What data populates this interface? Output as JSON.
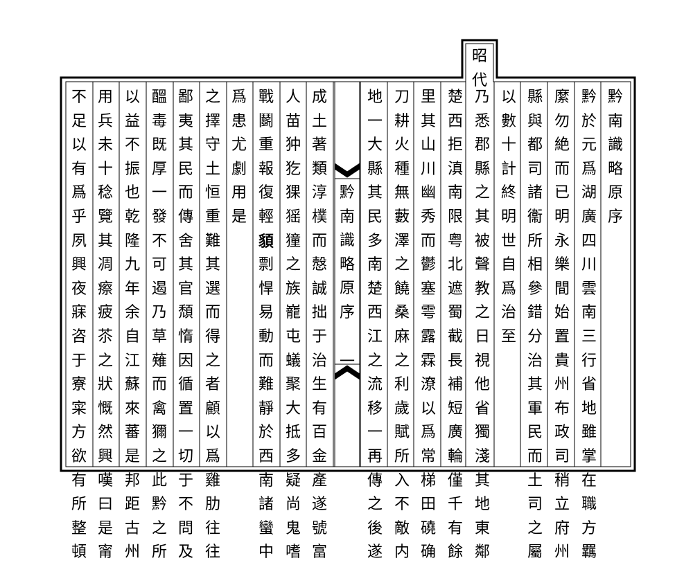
{
  "tab": [
    "昭",
    "代"
  ],
  "center": {
    "title": [
      "黔",
      "南",
      "識",
      "略",
      "原",
      "序"
    ],
    "page": "一"
  },
  "columns": [
    [
      "黔",
      "南",
      "識",
      "略",
      "原",
      "序"
    ],
    [
      "黔",
      "於",
      "元",
      "爲",
      "湖",
      "廣",
      "四",
      "川",
      "雲",
      "南",
      "三",
      "行",
      "省",
      "地",
      "雖",
      "掌",
      "在",
      "職",
      "方",
      "羈"
    ],
    [
      "縻",
      "勿",
      "絶",
      "而",
      "已",
      "明",
      "永",
      "樂",
      "間",
      "始",
      "置",
      "貴",
      "州",
      "布",
      "政",
      "司",
      "稍",
      "立",
      "府",
      "州"
    ],
    [
      "縣",
      "與",
      "都",
      "司",
      "諸",
      "衞",
      "所",
      "相",
      "參",
      "錯",
      "分",
      "治",
      "其",
      "軍",
      "民",
      "而",
      "土",
      "司",
      "之",
      "屬"
    ],
    [
      "以",
      "數",
      "十",
      "計",
      "終",
      "明",
      "世",
      "自",
      "爲",
      "治",
      "至"
    ],
    [
      "乃",
      "悉",
      "郡",
      "縣",
      "之",
      "其",
      "被",
      "聲",
      "教",
      "之",
      "日",
      "視",
      "他",
      "省",
      "獨",
      "淺",
      "其",
      "地",
      "東",
      "鄰"
    ],
    [
      "楚",
      "西",
      "拒",
      "滇",
      "南",
      "限",
      "粤",
      "北",
      "遮",
      "蜀",
      "截",
      "長",
      "補",
      "短",
      "廣",
      "輪",
      "僅",
      "千",
      "有",
      "餘"
    ],
    [
      "里",
      "其",
      "山",
      "川",
      "幽",
      "秀",
      "而",
      "鬱",
      "塞",
      "雩",
      "露",
      "霖",
      "潦",
      "以",
      "爲",
      "常",
      "梯",
      "田",
      "磽",
      "确"
    ],
    [
      "刀",
      "耕",
      "火",
      "種",
      "無",
      "藪",
      "澤",
      "之",
      "饒",
      "桑",
      "麻",
      "之",
      "利",
      "歲",
      "賦",
      "所",
      "入",
      "不",
      "敵",
      "内"
    ],
    [
      "地",
      "一",
      "大",
      "縣",
      "其",
      "民",
      "多",
      "南",
      "楚",
      "西",
      "江",
      "之",
      "流",
      "移",
      "一",
      "再",
      "傳",
      "之",
      "後",
      "遂"
    ],
    [
      "成",
      "土",
      "著",
      "類",
      "淳",
      "樸",
      "而",
      "慤",
      "誠",
      "拙",
      "于",
      "治",
      "生",
      "有",
      "百",
      "金",
      "產",
      "遂",
      "號",
      "富"
    ],
    [
      "人",
      "苗",
      "狆",
      "犵",
      "猓",
      "猺",
      "獞",
      "之",
      "族",
      "巃",
      "屯",
      "蟻",
      "聚",
      "大",
      "抵",
      "多",
      "疑",
      "尚",
      "鬼",
      "嗜"
    ],
    [
      "戰",
      "鬬",
      "重",
      "報",
      "復",
      "輕",
      "䫉",
      "剽",
      "悍",
      "易",
      "動",
      "而",
      "難",
      "靜",
      "於",
      "西",
      "南",
      "諸",
      "蠻",
      "中"
    ],
    [
      "爲",
      "患",
      "尤",
      "劇",
      "用",
      "是"
    ],
    [
      "之",
      "擇",
      "守",
      "土",
      "恒",
      "重",
      "難",
      "其",
      "選",
      "而",
      "得",
      "之",
      "者",
      "顧",
      "以",
      "爲",
      "雞",
      "肋",
      "往",
      "往"
    ],
    [
      "鄙",
      "夷",
      "其",
      "民",
      "而",
      "傳",
      "舍",
      "其",
      "官",
      "頹",
      "惰",
      "因",
      "循",
      "置",
      "一",
      "切",
      "于",
      "不",
      "問",
      "及"
    ],
    [
      "醞",
      "毒",
      "既",
      "厚",
      "一",
      "發",
      "不",
      "可",
      "遏",
      "乃",
      "草",
      "薙",
      "而",
      "禽",
      "獮",
      "之",
      "此",
      "黔",
      "之",
      "所"
    ],
    [
      "以",
      "益",
      "不",
      "振",
      "也",
      "乾",
      "隆",
      "九",
      "年",
      "余",
      "自",
      "江",
      "蘇",
      "來",
      "蕃",
      "是",
      "邦",
      "距",
      "古",
      "州"
    ],
    [
      "用",
      "兵",
      "未",
      "十",
      "稔",
      "覽",
      "其",
      "凋",
      "瘵",
      "疲",
      "苶",
      "之",
      "狀",
      "慨",
      "然",
      "興",
      "嘆",
      "曰",
      "是",
      "甯"
    ],
    [
      "不",
      "足",
      "以",
      "有",
      "爲",
      "乎",
      "夙",
      "興",
      "夜",
      "寐",
      "咨",
      "于",
      "寮",
      "寀",
      "方",
      "欲",
      "有",
      "所",
      "整",
      "頓"
    ]
  ]
}
